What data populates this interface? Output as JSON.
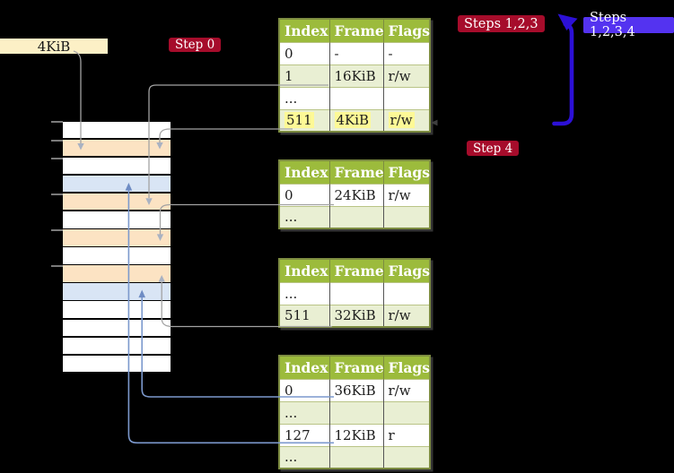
{
  "colors": {
    "bg": "#000000",
    "header-green": "#9cbb3c",
    "row-green": "#e9efd3",
    "olive": "#7d8c41",
    "cream": "#fcf0c6",
    "red": "#a60c2b",
    "violet": "#5433f0",
    "deep-blue": "#2c10d6",
    "gray-line": "#a3a3a3",
    "gray-head": "#a9b2c2",
    "blue-line": "#7c99cd",
    "blue-head": "#6e8cc4",
    "orange": "#fce3c3",
    "lightblue": "#d9e5f5",
    "tick": "#7a7a7a",
    "yellow-hl": "#fdf996"
  },
  "labels": {
    "frame_size": "4KiB",
    "step0": "Step 0",
    "steps123": "Steps 1,2,3",
    "steps1234": "Steps 1,2,3,4",
    "step4": "Step 4"
  },
  "memory": {
    "rows": [
      "white",
      "orange",
      "white",
      "blue",
      "orange",
      "white",
      "orange",
      "white",
      "orange",
      "blue",
      "white",
      "white",
      "white",
      "white"
    ]
  },
  "tables": [
    {
      "headers": [
        "Index",
        "Frame",
        "Flags"
      ],
      "rows": [
        {
          "cells": [
            "0",
            "-",
            "-"
          ]
        },
        {
          "cells": [
            "1",
            "16KiB",
            "r/w"
          ]
        },
        {
          "cells": [
            "...",
            "",
            ""
          ]
        },
        {
          "cells": [
            "511",
            "4KiB",
            "r/w"
          ],
          "highlight": true
        }
      ]
    },
    {
      "headers": [
        "Index",
        "Frame",
        "Flags"
      ],
      "rows": [
        {
          "cells": [
            "0",
            "24KiB",
            "r/w"
          ]
        },
        {
          "cells": [
            "...",
            "",
            ""
          ]
        }
      ]
    },
    {
      "headers": [
        "Index",
        "Frame",
        "Flags"
      ],
      "rows": [
        {
          "cells": [
            "...",
            "",
            ""
          ]
        },
        {
          "cells": [
            "511",
            "32KiB",
            "r/w"
          ]
        }
      ]
    },
    {
      "headers": [
        "Index",
        "Frame",
        "Flags"
      ],
      "rows": [
        {
          "cells": [
            "0",
            "36KiB",
            "r/w"
          ]
        },
        {
          "cells": [
            "...",
            "",
            ""
          ]
        },
        {
          "cells": [
            "127",
            "12KiB",
            "r"
          ]
        },
        {
          "cells": [
            "...",
            "",
            ""
          ]
        }
      ]
    }
  ]
}
